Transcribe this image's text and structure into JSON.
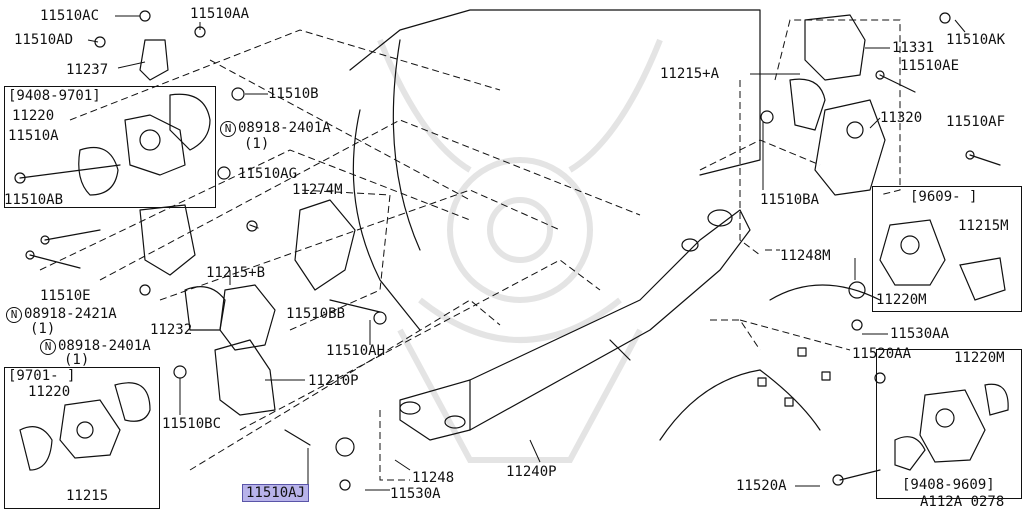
{
  "colors": {
    "line": "#111111",
    "highlight": "#b8b3ea",
    "watermark": "#e2e2e2"
  },
  "watermark_icon": "samurai-helmet-icon",
  "footer": {
    "code": "A112A 0278"
  },
  "insets": {
    "top_left": {
      "range": "[9408-9701]"
    },
    "bottom_left": {
      "range": "[9701-    ]"
    },
    "right_mid": {
      "range": "[9609-    ]"
    },
    "right_bottom": {
      "range": "[9408-9609]"
    }
  },
  "callouts": {
    "c11510AC": "11510AC",
    "c11510AA": "11510AA",
    "c11510AD": "11510AD",
    "c11237": "11237",
    "c11510B": "11510B",
    "c11220_tl": "11220",
    "c08918_2401A_a": "08918-2401A",
    "qty1_a": "(1)",
    "c11510A": "11510A",
    "c11510AG": "11510AG",
    "c11274M": "11274M",
    "c11510AB": "11510AB",
    "c11510E": "11510E",
    "c08918_2421A": "08918-2421A",
    "qty1_b": "(1)",
    "c11232": "11232",
    "c08918_2401A_b": "08918-2401A",
    "qty1_c": "(1)",
    "c11215B": "11215+B",
    "c11510BB": "11510BB",
    "c11510AH": "11510AH",
    "c11220_bl": "11220",
    "c11215": "11215",
    "c11210P": "11210P",
    "c11510BC": "11510BC",
    "c11510AJ": "11510AJ",
    "c11248": "11248",
    "c11530A": "11530A",
    "c11240P": "11240P",
    "c11331": "11331",
    "c11510AK": "11510AK",
    "c11510AE": "11510AE",
    "c11215A": "11215+A",
    "c11320": "11320",
    "c11510AF": "11510AF",
    "c11510BA": "11510BA",
    "c11215M": "11215M",
    "c11248M": "11248M",
    "c11220M_mid": "11220M",
    "c11530AA": "11530AA",
    "c11520AA": "11520AA",
    "c11220M_bot": "11220M",
    "c11520A": "11520A",
    "n_symbol": "N"
  }
}
